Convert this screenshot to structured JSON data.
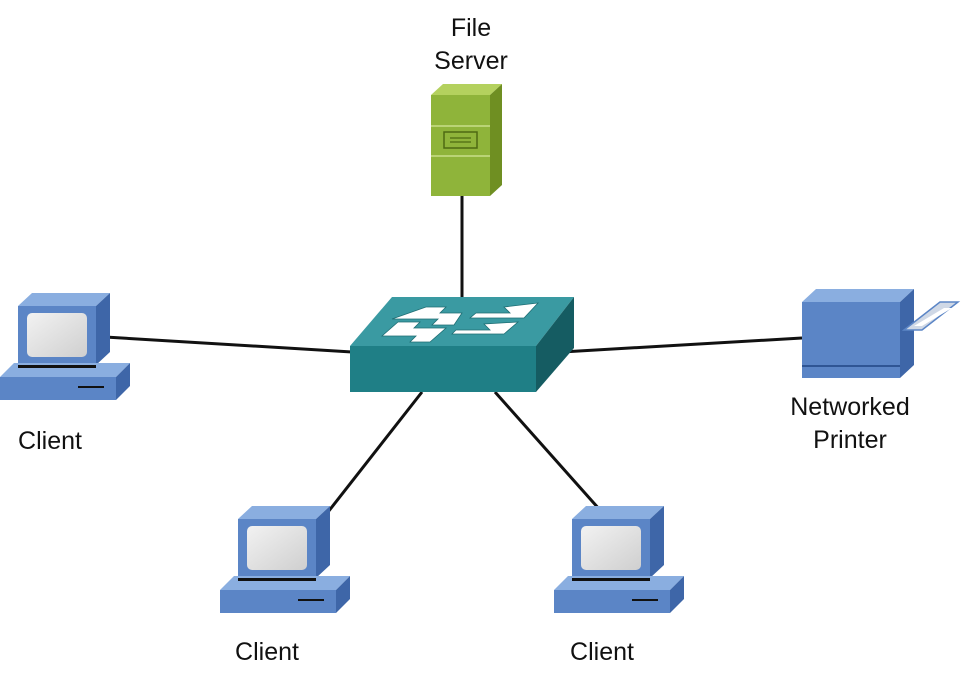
{
  "nodes": {
    "file_server": {
      "label_lines": [
        "File",
        "Server"
      ],
      "color": "#8fb43a"
    },
    "switch": {
      "color": "#1f7f86"
    },
    "printer": {
      "label_lines": [
        "Networked",
        "Printer"
      ],
      "color": "#5b85c6"
    },
    "client_left": {
      "label": "Client",
      "color": "#5b85c6"
    },
    "client_bottom_left": {
      "label": "Client",
      "color": "#5b85c6"
    },
    "client_bottom_right": {
      "label": "Client",
      "color": "#5b85c6"
    }
  },
  "link_color": "#111111"
}
